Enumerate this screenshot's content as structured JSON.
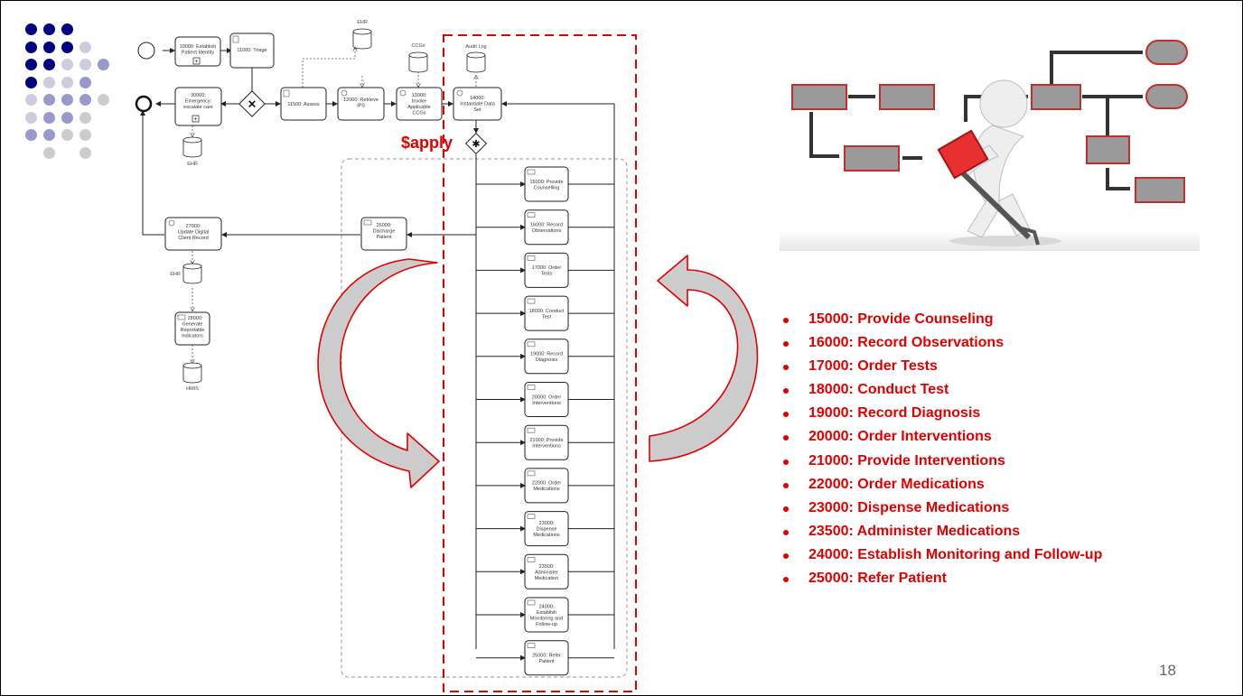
{
  "diagram": {
    "apply_label": "$apply",
    "top_row": {
      "t10000": [
        "10000: Establish",
        "Patient Identity"
      ],
      "t11000": [
        "11000: Triage"
      ],
      "t11500": [
        "11500: Assess"
      ],
      "t12000": [
        "12000: Retrieve",
        "IPS"
      ],
      "t13000": [
        "13000:",
        "Invoke",
        "Applicable",
        "CCGs"
      ],
      "t14000": [
        "14000:",
        "Instantiate Data",
        "Set"
      ],
      "t30000": [
        "30000:",
        "Emergency:",
        "escalate care"
      ]
    },
    "data_stores": {
      "ehr_top": "EHR",
      "ccgs": "CCGs",
      "audit_log": "Audit Log",
      "ehr_left": "EHR",
      "ehr_mid": "EHR",
      "hmis": "HMIS"
    },
    "left_column": {
      "t27000": [
        "27000:",
        "Update Digital",
        "Client Record"
      ],
      "t28000": [
        "28000:",
        "Generate",
        "Reportable",
        "Indicators"
      ],
      "t26000": [
        "26000:",
        "Discharge",
        "Patient"
      ]
    },
    "sub_tasks": [
      [
        "15000: Provide",
        "Counselling"
      ],
      [
        "16000: Record",
        "Observations"
      ],
      [
        "17000: Order",
        "Tests"
      ],
      [
        "18000: Conduct",
        "Test"
      ],
      [
        "19000: Record",
        "Diagnosis"
      ],
      [
        "20000: Order",
        "Interventions"
      ],
      [
        "21000: Provide",
        "Interventions"
      ],
      [
        "22000: Order",
        "Medications"
      ],
      [
        "23000:",
        "Dispense",
        "Medications"
      ],
      [
        "23500:",
        "Administer",
        "Medication"
      ],
      [
        "24000:",
        "Establish",
        "Monitoring and",
        "Follow-up"
      ],
      [
        "25000: Refer",
        "Patient"
      ]
    ]
  },
  "bullets": [
    "15000: Provide Counseling",
    "16000: Record Observations",
    "17000: Order Tests",
    "18000: Conduct Test",
    "19000: Record Diagnosis",
    "20000: Order Interventions",
    "21000: Provide Interventions",
    "22000: Order Medications",
    "23000: Dispense Medications",
    "23500: Administer Medications",
    "24000: Establish Monitoring and Follow-up",
    "25000: Refer Patient"
  ],
  "page_number": "18",
  "colors": {
    "accent_red": "#e00000",
    "dot_navy": "#000080",
    "dot_lavender": "#9999cc",
    "dot_light": "#ccccdd",
    "dot_grey": "#cccccc"
  }
}
